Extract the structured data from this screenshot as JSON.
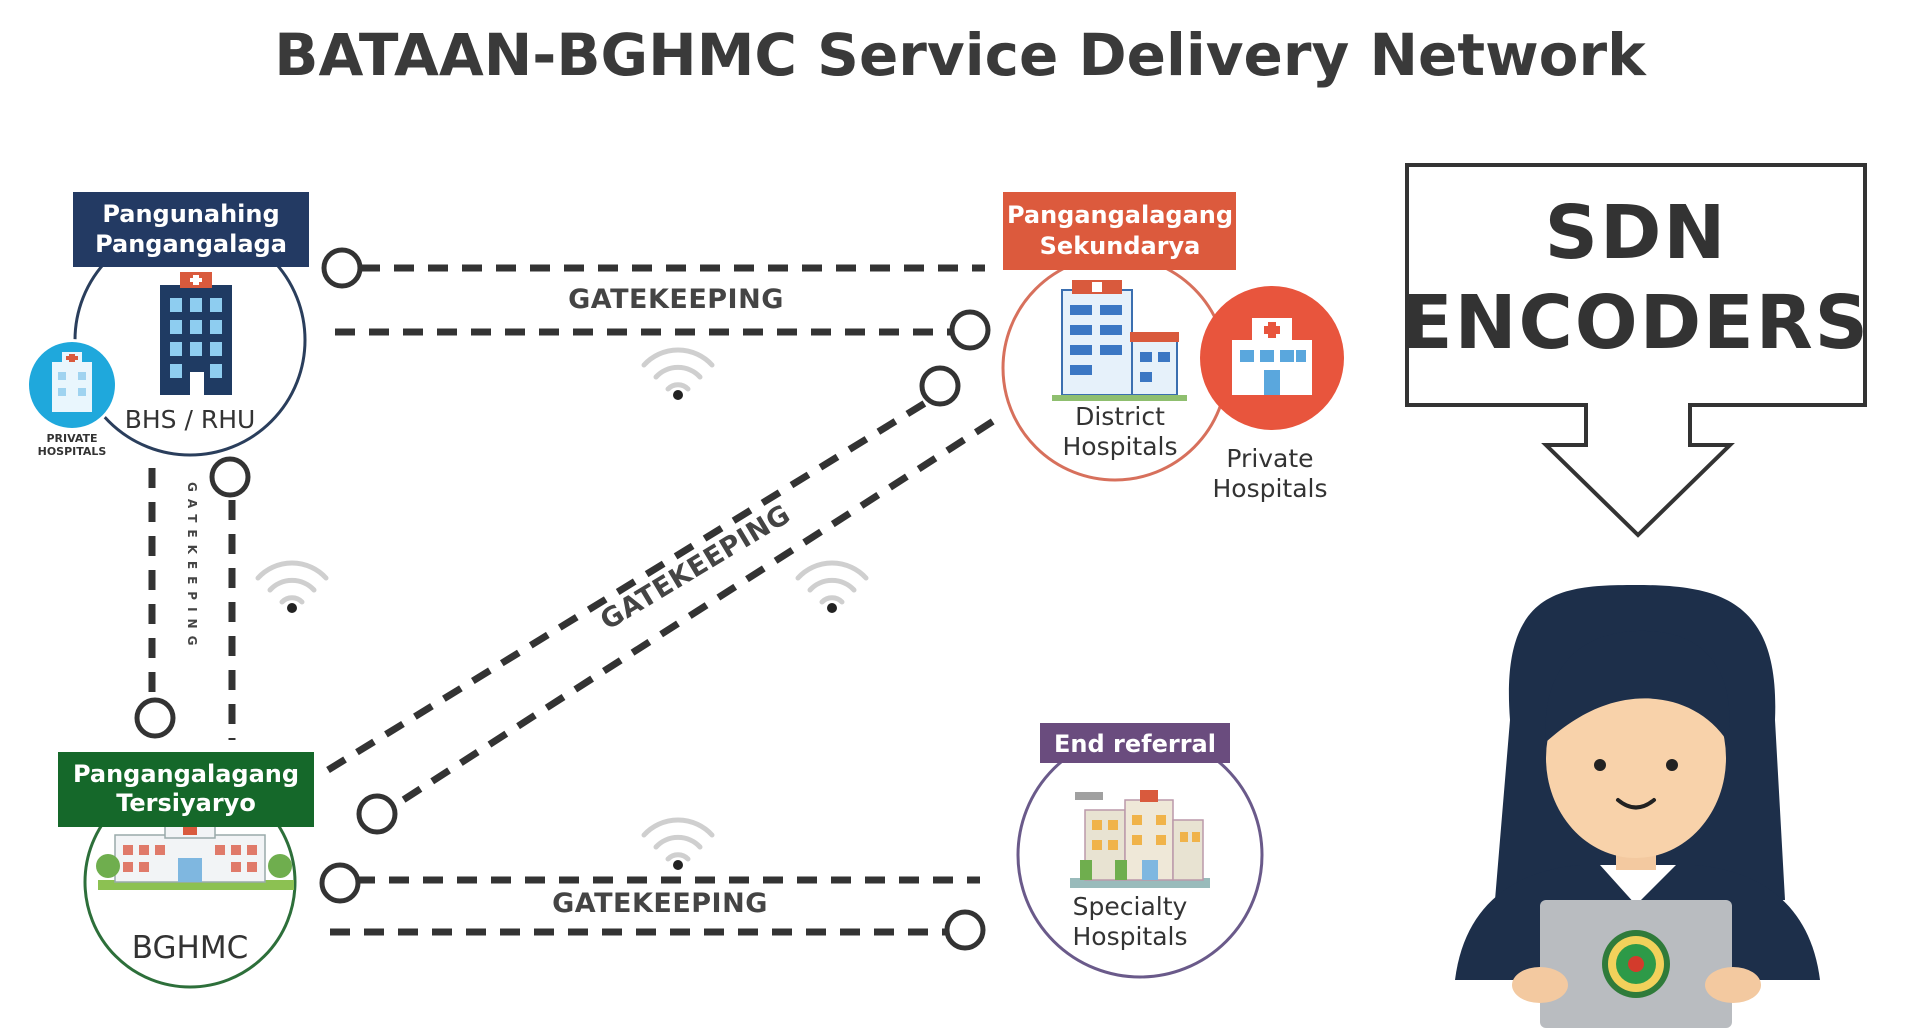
{
  "title": "BATAAN-BGHMC Service Delivery Network",
  "colors": {
    "primary_tag": "#233a63",
    "secondary_tag": "#dc5a3d",
    "tertiary_tag": "#15682a",
    "end_tag": "#6a4c7e",
    "primary_ring": "#2a3e5c",
    "secondary_ring": "#d7705c",
    "tertiary_ring": "#2d6f3a",
    "end_ring": "#6a5a8a",
    "dashes": "#333333"
  },
  "nodes": {
    "primary": {
      "tag": [
        "Pangunahing",
        "Pangangalaga"
      ],
      "caption": "BHS / RHU",
      "private_badge": [
        "PRIVATE",
        "HOSPITALS"
      ],
      "icon": "building-icon"
    },
    "secondary": {
      "tag": [
        "Pangangalagang",
        "Sekundarya"
      ],
      "caption": [
        "District",
        "Hospitals"
      ],
      "private_caption": [
        "Private",
        "Hospitals"
      ],
      "icon": "hospital-icon"
    },
    "tertiary": {
      "tag": [
        "Pangangalagang",
        "Tersiyaryo"
      ],
      "caption": "BGHMC",
      "icon": "hospital-campus-icon"
    },
    "end": {
      "tag": "End referral",
      "caption": [
        "Specialty",
        "Hospitals"
      ],
      "icon": "specialty-hospital-icon"
    }
  },
  "links": {
    "top": "GATEKEEPING",
    "diagonal": "GATEKEEPING",
    "vertical": "GATEKEEPING",
    "bottom": "GATEKEEPING"
  },
  "callout": {
    "lines": [
      "SDN",
      "ENCODERS"
    ]
  },
  "encoder": {
    "figure": "woman-with-laptop",
    "laptop_logo": "doh-seal-icon"
  }
}
